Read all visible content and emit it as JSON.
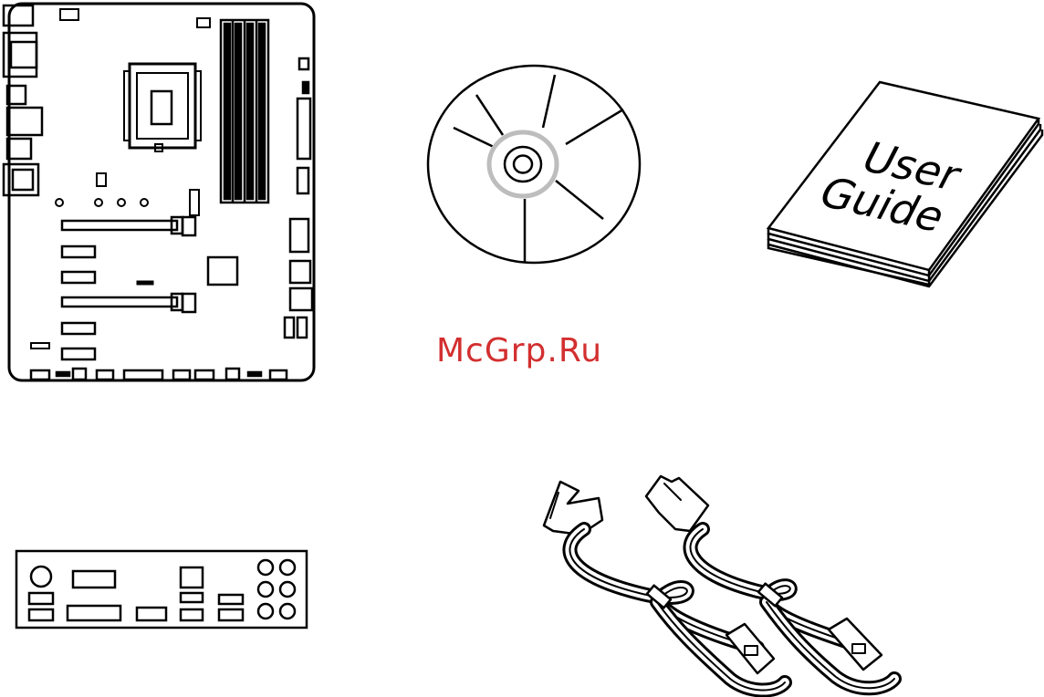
{
  "illustration": {
    "items": [
      {
        "name": "motherboard"
      },
      {
        "name": "driver-disc"
      },
      {
        "name": "user-guide-booklet",
        "cover_text": [
          "User",
          "Guide"
        ]
      },
      {
        "name": "io-shield"
      },
      {
        "name": "sata-cables",
        "count": 2
      }
    ]
  },
  "watermark": {
    "text": "McGrp.Ru",
    "color": "#d32f2f"
  },
  "colors": {
    "line": "#000000",
    "disc_ring": "#bdbdbd",
    "background": "#ffffff"
  }
}
